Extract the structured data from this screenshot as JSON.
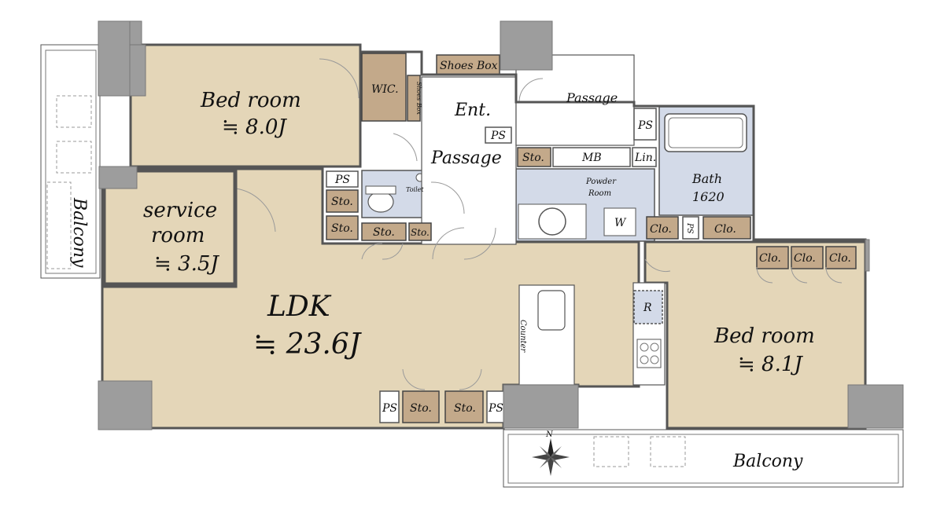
{
  "rooms": {
    "bedroom1": {
      "name": "Bed room",
      "size": "≒ 8.0J"
    },
    "service": {
      "line1": "service",
      "line2": "room",
      "size": "≒ 3.5J"
    },
    "ldk": {
      "name": "LDK",
      "size": "≒ 23.6J"
    },
    "bedroom2": {
      "name": "Bed room",
      "size": "≒ 8.1J"
    },
    "bath": {
      "name": "Bath",
      "size": "1620"
    },
    "powder": {
      "line1": "Powder",
      "line2": "Room"
    },
    "balcony_west": "Balcony",
    "balcony_south": "Balcony",
    "entrance": "Ent.",
    "passage_top": "Passage",
    "passage_mid": "Passage",
    "toilet": "Toilet",
    "counter": "Counter"
  },
  "fixtures": {
    "wic": "WIC.",
    "shoes_box": "Shoes Box",
    "shoes_box_side": "Shoes Box",
    "ps": "PS",
    "sto": "Sto.",
    "mb": "MB",
    "lin": "Lin.",
    "clo": "Clo.",
    "washer": "W",
    "fridge": "R"
  },
  "compass": {
    "north": "N"
  },
  "colors": {
    "room_floor": "#e4d6b8",
    "wet_area": "#d3dae8",
    "storage": "#c3a98a",
    "structural_column": "#9d9d9d"
  }
}
